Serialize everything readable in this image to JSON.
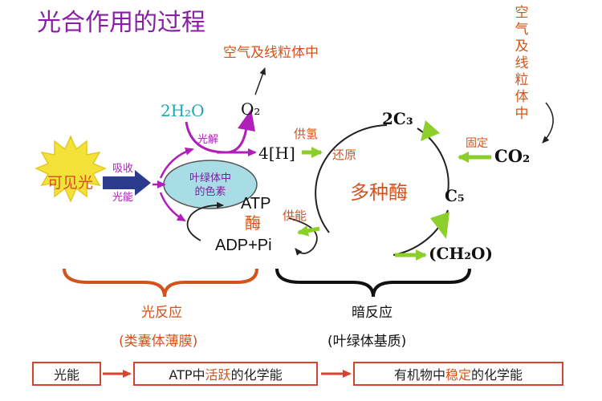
{
  "title": "光合作用的过程",
  "labels": {
    "air_mito_top": "空气及线粒体中",
    "air_mito_side": "空气及线粒体中",
    "visible_light": "可见光",
    "absorb": "吸收",
    "light_energy": "光能",
    "pigment": "叶绿体中的色素",
    "photolysis": "光解",
    "h2o": "2H₂O",
    "o2": "O₂",
    "h4": "4[H]",
    "atp": "ATP",
    "enzyme": "酶",
    "adp": "ADP+Pi",
    "h_supply": "供氢",
    "energy_supply": "供能",
    "reduction": "还原",
    "many_enzymes": "多种酶",
    "c3": "2C₃",
    "c5": "C₅",
    "fixation": "固定",
    "co2": "CO₂",
    "ch2o": "(CH₂O)",
    "light_reaction": "光反应",
    "thylakoid": "(类囊体薄膜)",
    "dark_reaction": "暗反应",
    "stroma": "(叶绿体基质)"
  },
  "flow": {
    "step1": "光能",
    "step2_pre": "ATP中",
    "step2_hl": "活跃",
    "step2_post": "的化学能",
    "step3_pre": "有机物中",
    "step3_hl": "稳定",
    "step3_post": "的化学能"
  },
  "colors": {
    "title": "#8a1fa6",
    "label": "#d2541c",
    "arrow_purple": "#b020b8",
    "arrow_green": "#8ccf2a",
    "sun": "#f2e23a",
    "pigment_ellipse": "#a8dde6",
    "flow_border": "#d8432f"
  }
}
